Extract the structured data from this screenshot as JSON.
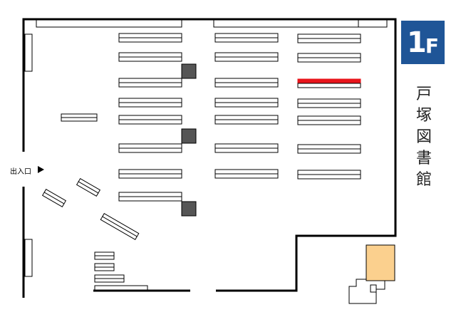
{
  "floor": {
    "number": "1",
    "letter": "F"
  },
  "library_name": [
    "戸",
    "塚",
    "図",
    "書",
    "館"
  ],
  "entrance": {
    "label": "出入口"
  },
  "colors": {
    "badge": "#1f5597",
    "highlight_shelf": "#e8151b",
    "service_area": "#fbd08e",
    "pillar": "#555555",
    "wall": "#000000"
  }
}
